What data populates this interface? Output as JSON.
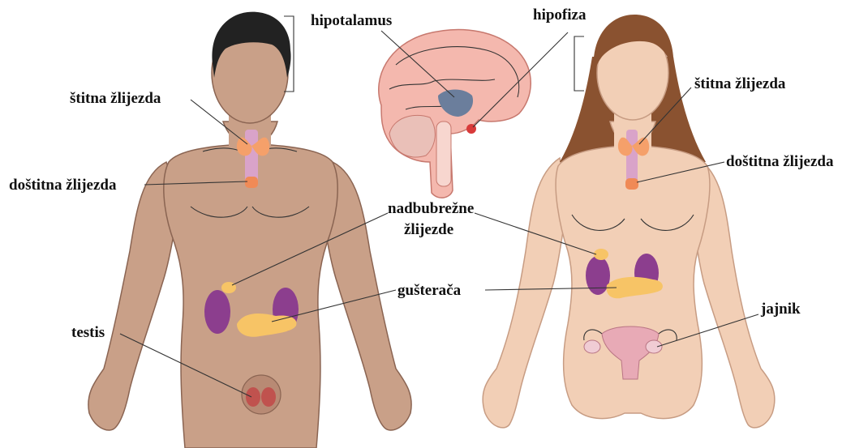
{
  "labels": {
    "hipotalamus": "hipotalamus",
    "hipofiza": "hipofiza",
    "stitna_m": "štitna žlijezda",
    "dostitna_m": "doštitna žlijezda",
    "stitna_f": "štitna žlijezda",
    "dostitna_f": "doštitna žlijezda",
    "nadbubrezne_1": "nadbubrežne",
    "nadbubrezne_2": "žlijezde",
    "gusteraca": "gušterača",
    "testis": "testis",
    "jajnik": "jajnik"
  },
  "colors": {
    "male_skin": "#c9a088",
    "male_outline": "#8a6452",
    "female_skin": "#f2cfb6",
    "female_outline": "#c79c83",
    "hair_male": "#222222",
    "hair_female": "#8a5230",
    "brain": "#f4b8ae",
    "thyroid": "#f5a06a",
    "kidney": "#8c3e8e",
    "pancreas": "#f7c466",
    "uterus": "#e8aab6",
    "hypothalamus": "#6b7e9c",
    "pituitary": "#d83a3a"
  }
}
